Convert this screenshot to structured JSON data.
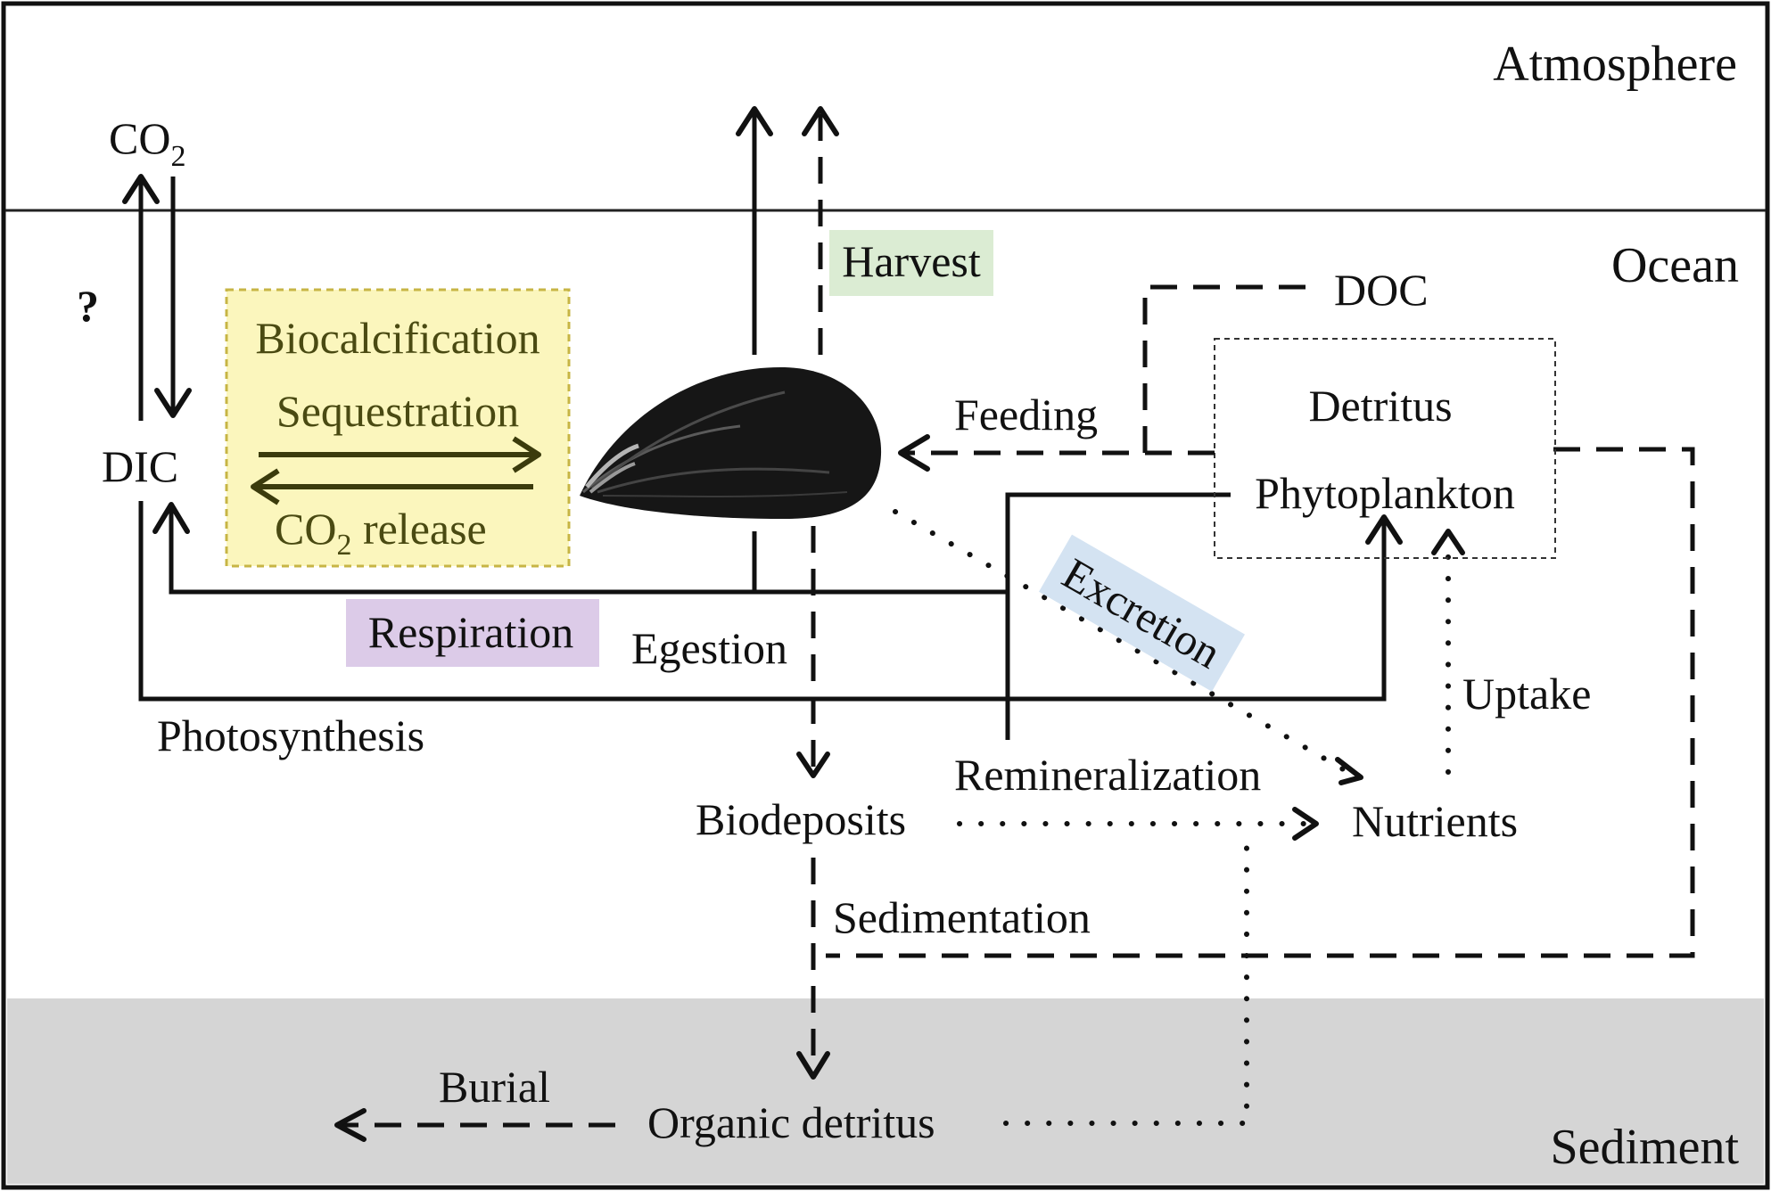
{
  "zones": {
    "atmosphere": "Atmosphere",
    "ocean": "Ocean",
    "sediment": "Sediment"
  },
  "nodes": {
    "co2": "CO",
    "co2_sub": "2",
    "question": "?",
    "dic": "DIC",
    "doc": "DOC",
    "detritus": "Detritus",
    "phytoplankton": "Phytoplankton",
    "biodeposits": "Biodeposits",
    "nutrients": "Nutrients",
    "organic_detritus": "Organic detritus"
  },
  "biocalcification_box": {
    "title": "Biocalcification",
    "sequestration": "Sequestration",
    "release_prefix": "CO",
    "release_sub": "2",
    "release_suffix": " release"
  },
  "processes": {
    "harvest": "Harvest",
    "feeding": "Feeding",
    "respiration": "Respiration",
    "egestion": "Egestion",
    "excretion": "Excretion",
    "photosynthesis": "Photosynthesis",
    "uptake": "Uptake",
    "remineralization": "Remineralization",
    "sedimentation": "Sedimentation",
    "burial": "Burial"
  },
  "colors": {
    "harvest_bg": "#dbecd3",
    "respiration_bg": "#dccbe8",
    "excretion_bg": "#d4e3f2",
    "biocalc_bg": "#fbf6bd",
    "biocalc_border": "#c7b545",
    "sediment_bg": "#d5d5d5"
  }
}
